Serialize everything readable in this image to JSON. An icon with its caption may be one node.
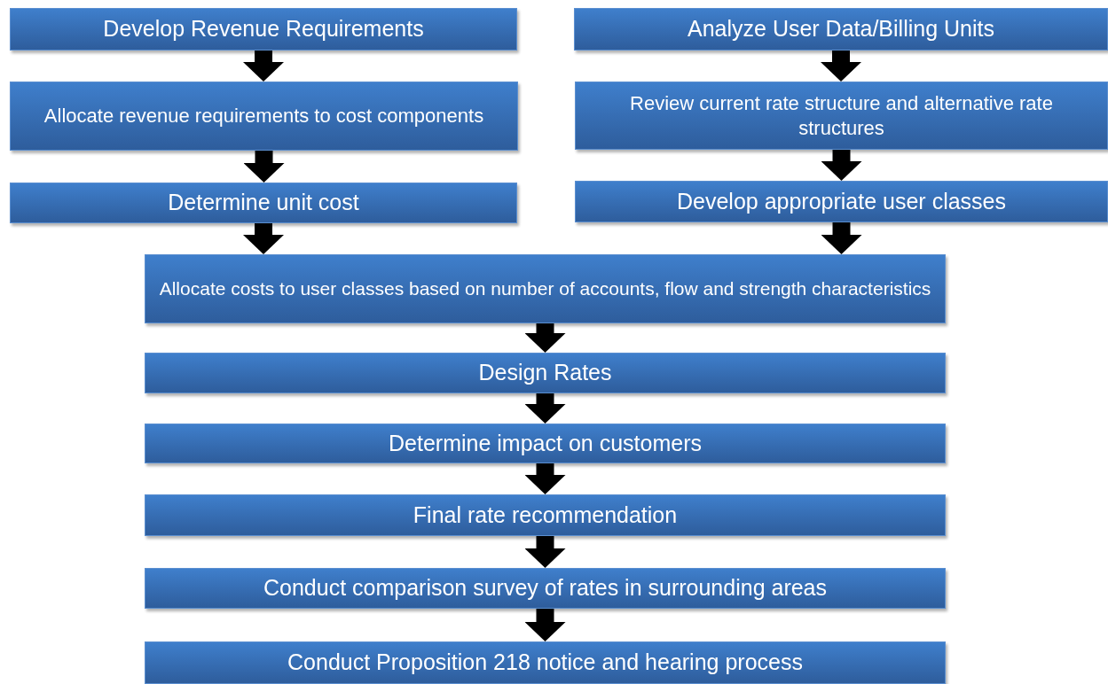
{
  "diagram": {
    "nodes": [
      {
        "text": [
          "Develop Revenue Requirements"
        ]
      },
      {
        "text": [
          "Allocate revenue requirements to cost components"
        ]
      },
      {
        "text": [
          "Determine unit cost"
        ]
      },
      {
        "text": [
          "Analyze User Data/Billing Units"
        ]
      },
      {
        "text": [
          "Review current rate structure and alternative rate structures"
        ]
      },
      {
        "text": [
          "Develop appropriate user classes"
        ]
      },
      {
        "text": [
          "Allocate costs to user classes based on number of accounts, flow and strength characteristics"
        ]
      },
      {
        "text": [
          "Design Rates"
        ]
      },
      {
        "text": [
          "Determine impact on customers"
        ]
      },
      {
        "text": [
          "Final rate recommendation"
        ]
      },
      {
        "text": [
          "Conduct comparison survey of rates in surrounding areas"
        ]
      },
      {
        "text": [
          "Conduct Proposition 218 notice and hearing process"
        ]
      }
    ],
    "edges": [
      {
        "from": 0,
        "to": 1,
        "arrow": "to"
      },
      {
        "from": 1,
        "to": 2,
        "arrow": "to"
      },
      {
        "from": 3,
        "to": 4,
        "arrow": "to"
      },
      {
        "from": 4,
        "to": 5,
        "arrow": "to"
      },
      {
        "from": 2,
        "to": 6,
        "arrow": "to"
      },
      {
        "from": 5,
        "to": 6,
        "arrow": "to"
      },
      {
        "from": 6,
        "to": 7,
        "arrow": "to"
      },
      {
        "from": 7,
        "to": 8,
        "arrow": "to"
      },
      {
        "from": 8,
        "to": 9,
        "arrow": "to"
      },
      {
        "from": 9,
        "to": 10,
        "arrow": "to"
      },
      {
        "from": 10,
        "to": 11,
        "arrow": "to"
      }
    ]
  }
}
